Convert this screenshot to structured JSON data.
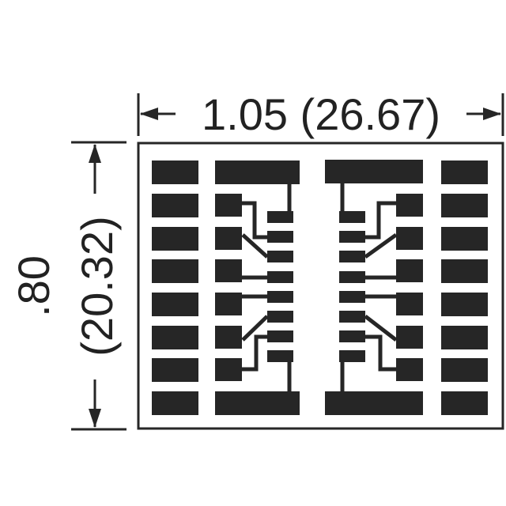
{
  "dimensions": {
    "width_label": "1.05 (26.67)",
    "height_inch_label": ".80",
    "height_mm_label": "(20.32)"
  },
  "colors": {
    "ink": "#262626",
    "background": "#ffffff"
  }
}
